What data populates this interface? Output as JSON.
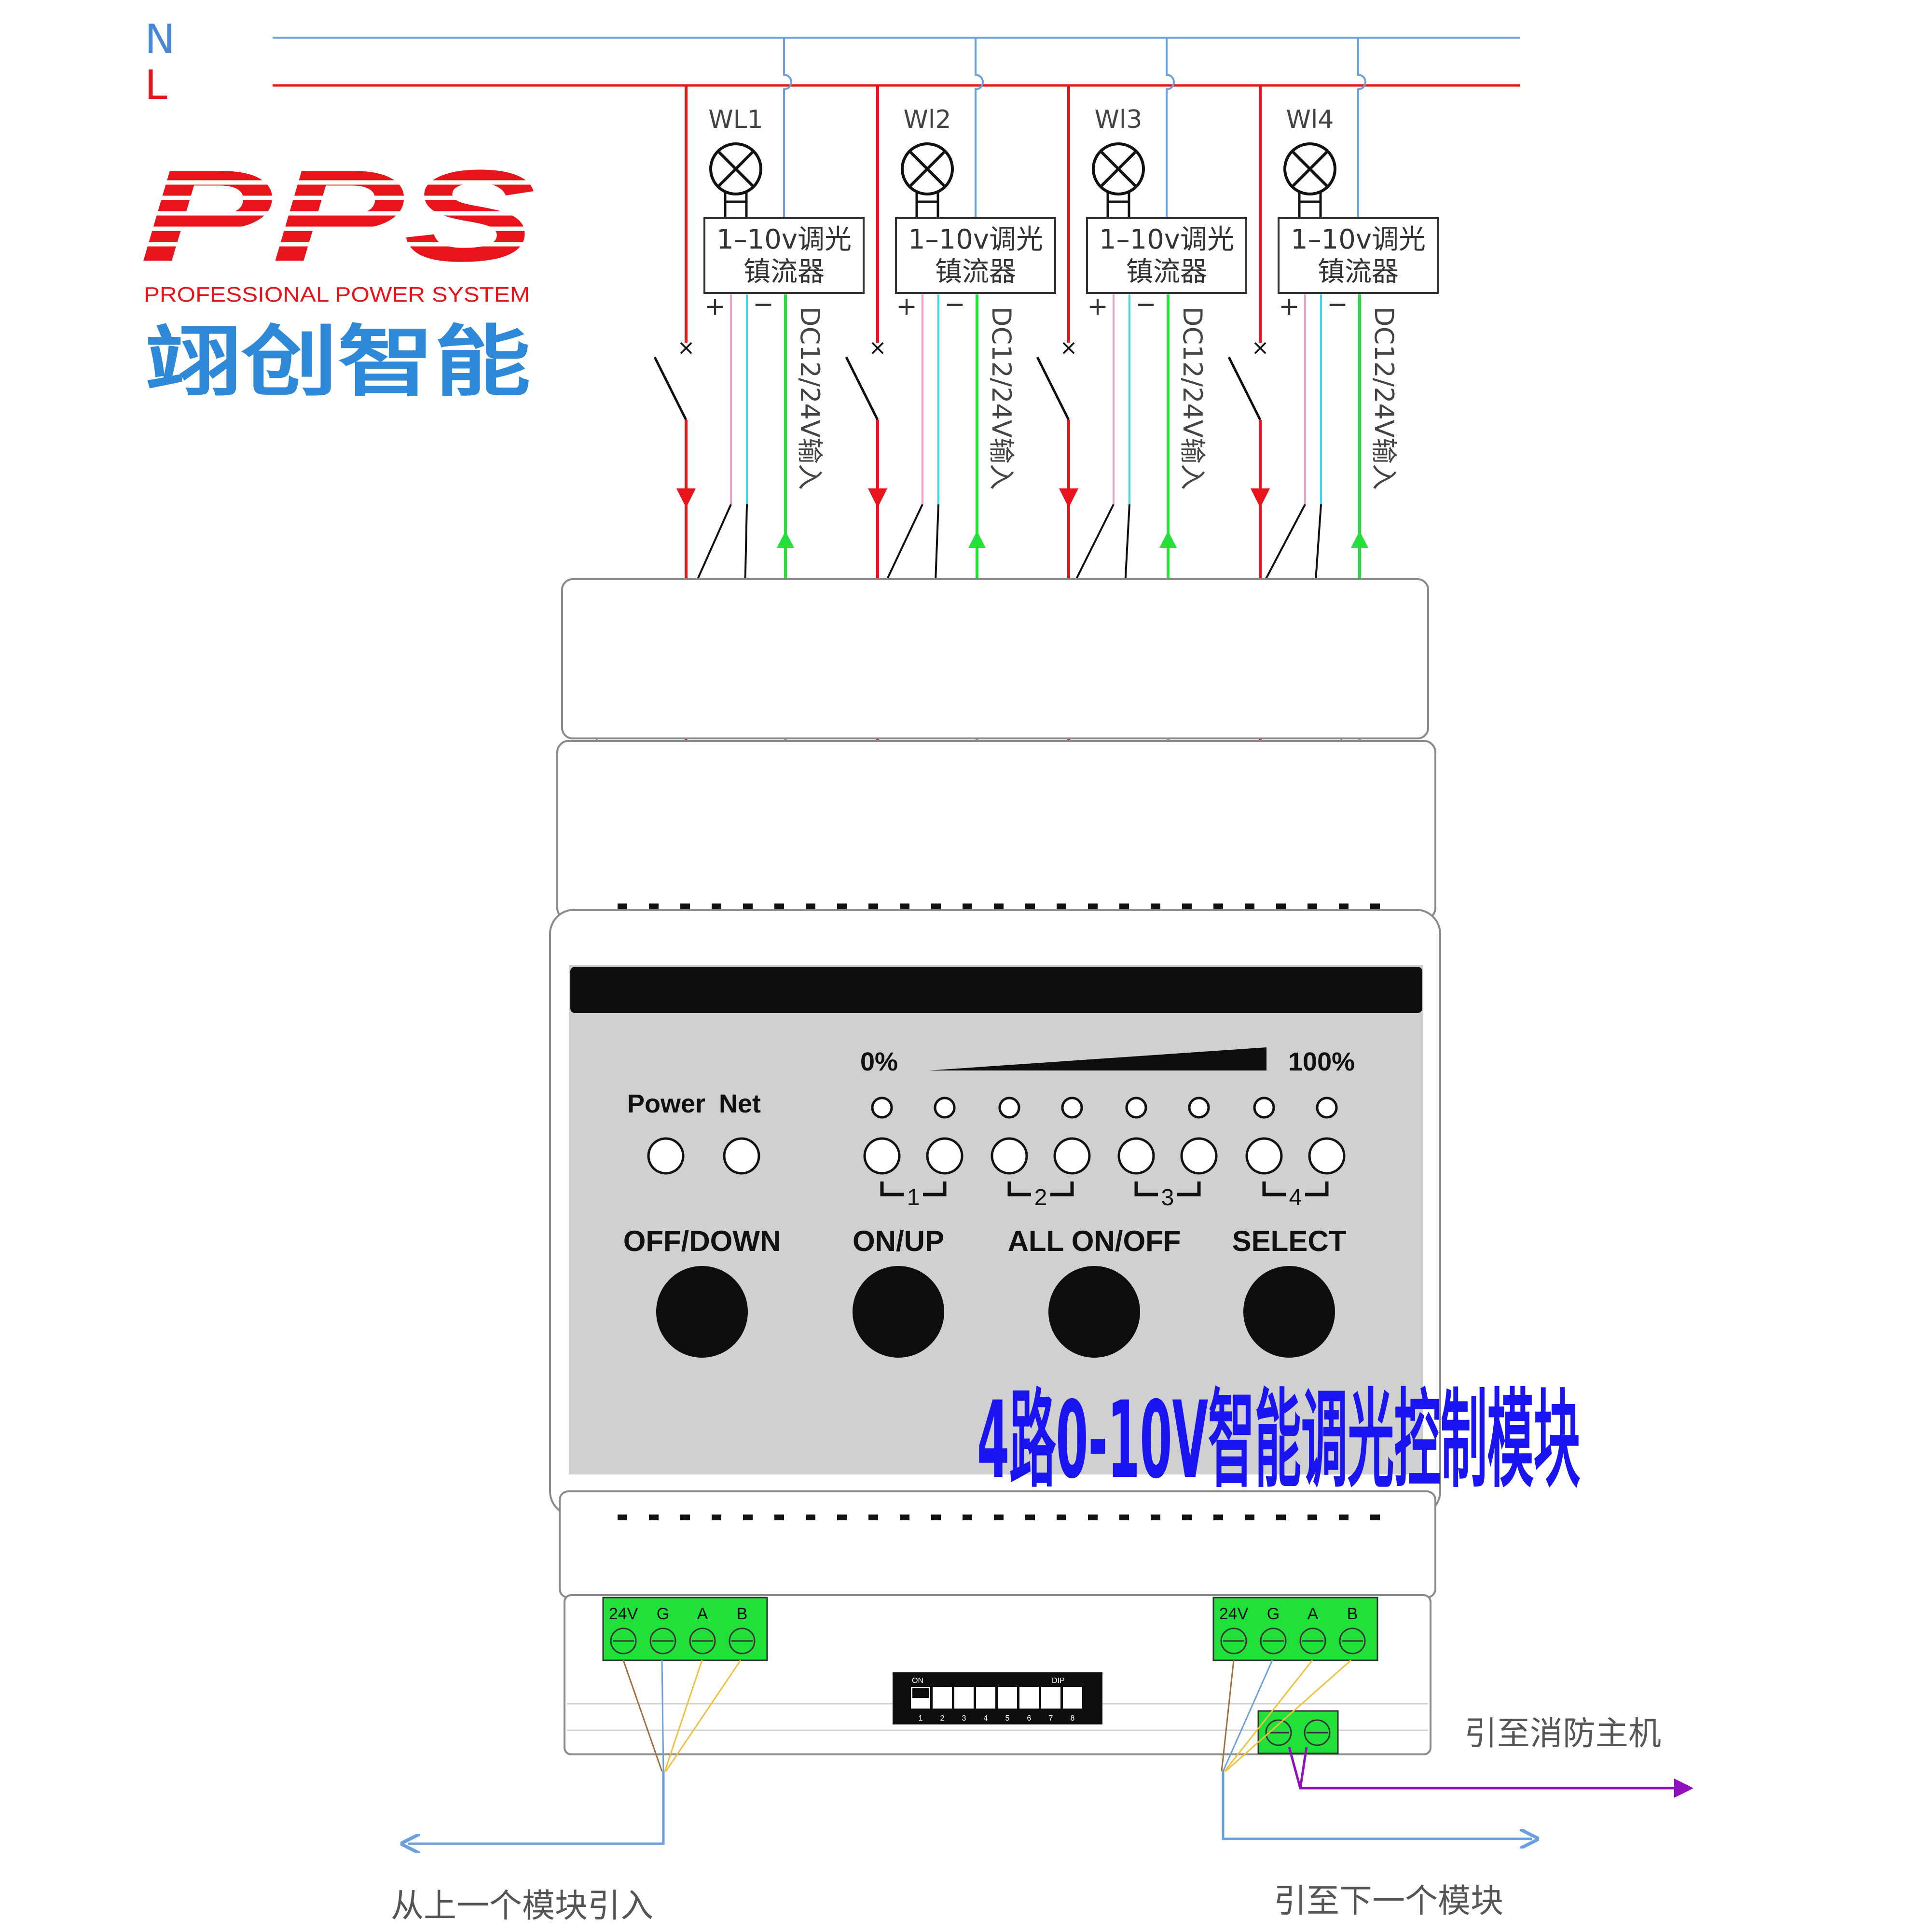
{
  "mains": {
    "n_label": "N",
    "l_label": "L",
    "n_color": "#6a9fe0",
    "l_color": "#e8141c"
  },
  "brand": {
    "logo_text": "PPS",
    "tagline": "PROFESSIONAL POWER SYSTEM",
    "name_cn": "翊创智能",
    "logo_color": "#e8141c",
    "name_color": "#2e8ad8"
  },
  "channels": [
    {
      "lamp_label": "WL1",
      "ballast_line1": "1–10v调光",
      "ballast_line2": "镇流器",
      "plus": "+",
      "minus": "−",
      "dc_label": "DC12/24V输入"
    },
    {
      "lamp_label": "Wl2",
      "ballast_line1": "1–10v调光",
      "ballast_line2": "镇流器",
      "plus": "+",
      "minus": "−",
      "dc_label": "DC12/24V输入"
    },
    {
      "lamp_label": "Wl3",
      "ballast_line1": "1–10v调光",
      "ballast_line2": "镇流器",
      "plus": "+",
      "minus": "−",
      "dc_label": "DC12/24V输入"
    },
    {
      "lamp_label": "Wl4",
      "ballast_line1": "1–10v调光",
      "ballast_line2": "镇流器",
      "plus": "+",
      "minus": "−",
      "dc_label": "DC12/24V输入"
    }
  ],
  "panel": {
    "level_min": "0%",
    "level_max": "100%",
    "power_label": "Power",
    "net_label": "Net",
    "groups": [
      "1",
      "2",
      "3",
      "4"
    ],
    "buttons": [
      "OFF/DOWN",
      "ON/UP",
      "ALL ON/OFF",
      "SELECT"
    ]
  },
  "title": "4路0-10V智能调光控制模块",
  "bus_left": {
    "pins": [
      "24V",
      "G",
      "A",
      "B"
    ]
  },
  "bus_right": {
    "pins": [
      "24V",
      "G",
      "A",
      "B"
    ]
  },
  "dip": {
    "on_label": "ON",
    "dip_label": "DIP",
    "numbers": [
      "1",
      "2",
      "3",
      "4",
      "5",
      "6",
      "7",
      "8"
    ]
  },
  "annotations": {
    "from_prev": "从上一个模块引入",
    "to_next": "引至下一个模块",
    "to_fire": "引至消防主机"
  },
  "wire_colors": {
    "live": "#e8141c",
    "neutral": "#6a9fe0",
    "dc": "#22e03a",
    "dim_plus": "#f0a0c8",
    "dim_minus": "#40d8e8",
    "bus": "#6a9fe0",
    "fire": "#9010c0"
  }
}
